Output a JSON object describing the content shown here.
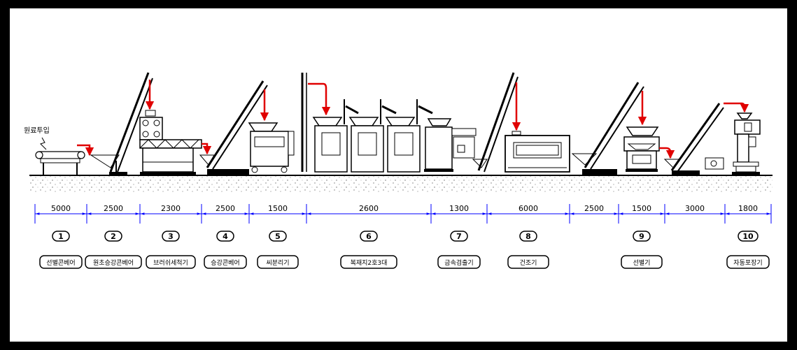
{
  "intake_label": "원료투입",
  "stations": [
    {
      "num": "1",
      "name": "선별콘베어",
      "dim": "5000"
    },
    {
      "num": "2",
      "name": "원초승강콘베어",
      "dim": "2500"
    },
    {
      "num": "3",
      "name": "브러쉬세척기",
      "dim": "2300"
    },
    {
      "num": "4",
      "name": "승강콘베어",
      "dim": "2500"
    },
    {
      "num": "5",
      "name": "씨분리기",
      "dim": "1500"
    },
    {
      "num": "6",
      "name": "복재지2호3대",
      "dim": "2600"
    },
    {
      "num": "7",
      "name": "금속검출기",
      "dim": "1300"
    },
    {
      "num": "8",
      "name": "건조기",
      "dim": "6000"
    },
    {
      "num": "",
      "name": "",
      "dim": "2500"
    },
    {
      "num": "9",
      "name": "선별기",
      "dim": "1500"
    },
    {
      "num": "",
      "name": "",
      "dim": "3000"
    },
    {
      "num": "10",
      "name": "자동포장기",
      "dim": "1800"
    }
  ],
  "colors": {
    "flow_arrow": "#e00000",
    "dimension": "#0000ff",
    "outline": "#000000"
  }
}
